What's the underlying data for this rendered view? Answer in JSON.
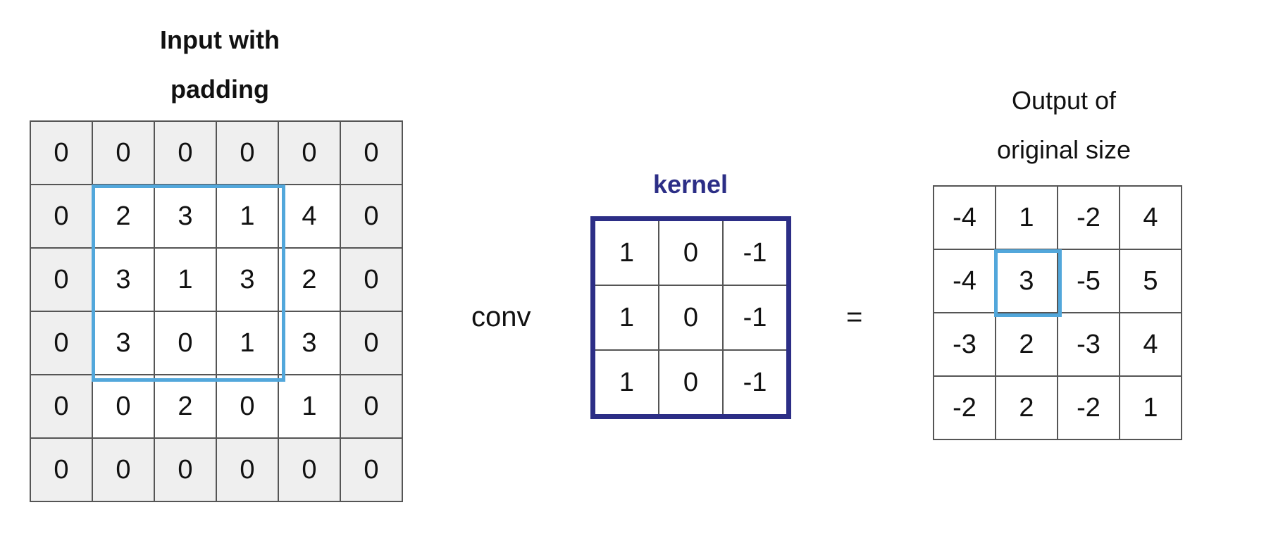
{
  "input": {
    "title_line1": "Input with",
    "title_line2": "padding",
    "rows": [
      [
        "0",
        "0",
        "0",
        "0",
        "0",
        "0"
      ],
      [
        "0",
        "2",
        "3",
        "1",
        "4",
        "0"
      ],
      [
        "0",
        "3",
        "1",
        "3",
        "2",
        "0"
      ],
      [
        "0",
        "3",
        "0",
        "1",
        "3",
        "0"
      ],
      [
        "0",
        "0",
        "2",
        "0",
        "1",
        "0"
      ],
      [
        "0",
        "0",
        "0",
        "0",
        "0",
        "0"
      ]
    ]
  },
  "operators": {
    "conv": "conv",
    "equals": "="
  },
  "kernel": {
    "title": "kernel",
    "rows": [
      [
        "1",
        "0",
        "-1"
      ],
      [
        "1",
        "0",
        "-1"
      ],
      [
        "1",
        "0",
        "-1"
      ]
    ]
  },
  "output": {
    "title_line1": "Output of",
    "title_line2": "original size",
    "rows": [
      [
        "-4",
        "1",
        "-2",
        "4"
      ],
      [
        "-4",
        "3",
        "-5",
        "5"
      ],
      [
        "-3",
        "2",
        "-3",
        "4"
      ],
      [
        "-2",
        "2",
        "-2",
        "1"
      ]
    ]
  },
  "colors": {
    "kernel": "#2c2e86",
    "highlight": "#52a7db",
    "padding_cell": "#efefef"
  }
}
